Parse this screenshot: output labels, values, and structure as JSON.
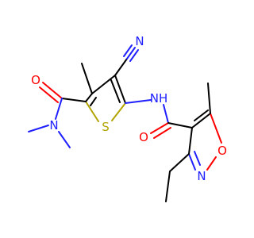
{
  "colors": {
    "carbon": "#000000",
    "nitrogen": "#2020ff",
    "oxygen": "#ff0000",
    "sulfur": "#b2a400"
  },
  "atoms": {
    "n_nitrile": "N",
    "n_amide_nh": "NH",
    "n_dimethyl": "N",
    "n_isoxazole": "N",
    "o_amide_left": "O",
    "o_amide_right": "O",
    "o_isoxazole": "O",
    "s_thiophene": "S"
  }
}
